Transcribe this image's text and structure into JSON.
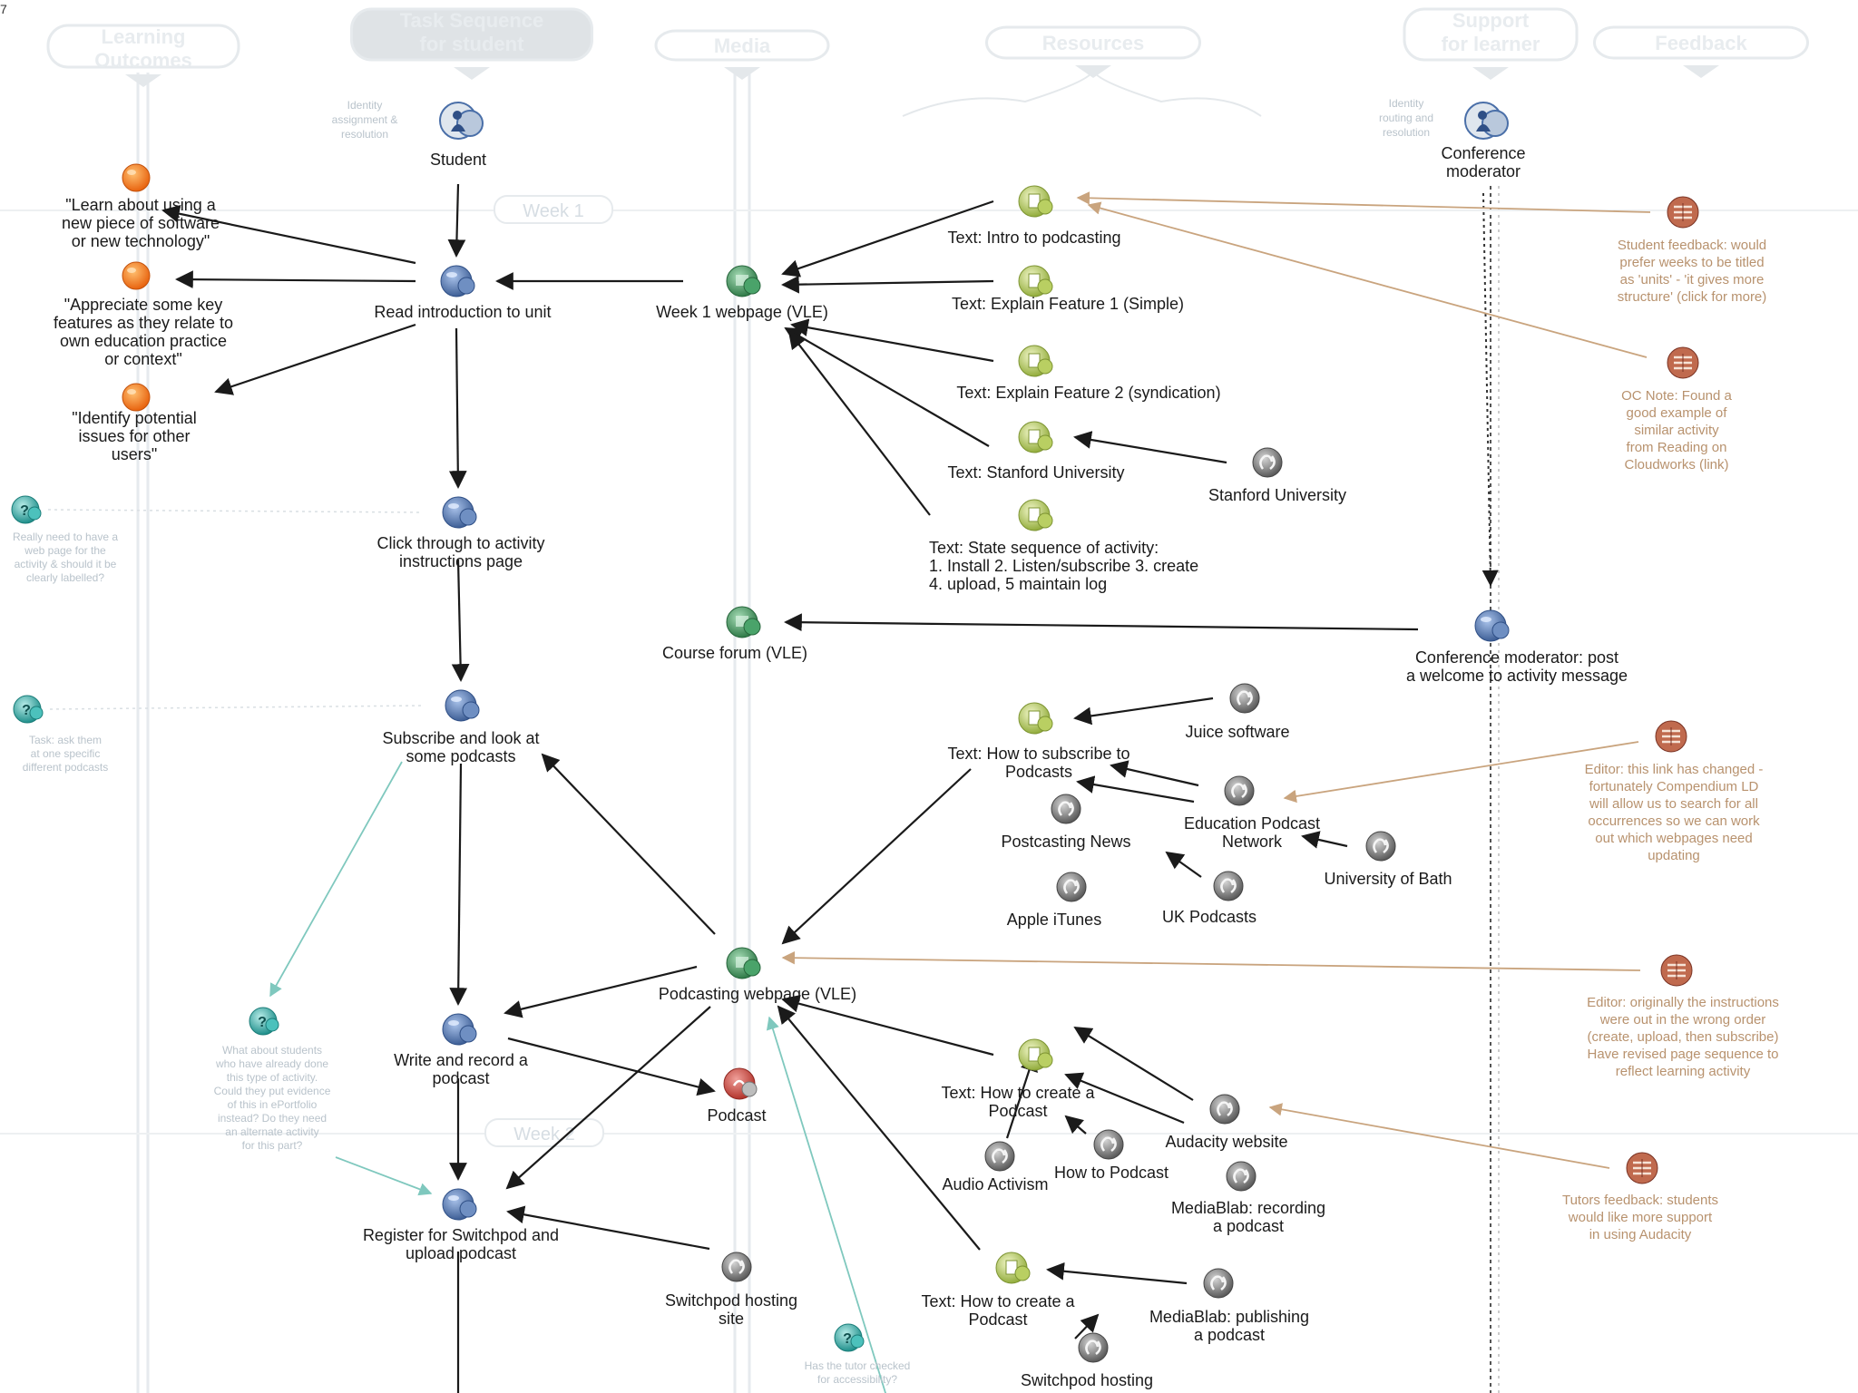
{
  "page_number": "7",
  "columns": [
    {
      "id": "c1",
      "label": [
        "Learning",
        "Outcomes"
      ]
    },
    {
      "id": "c2",
      "label": [
        "Task Sequence",
        "for student"
      ]
    },
    {
      "id": "c3",
      "label": [
        "Media"
      ]
    },
    {
      "id": "c4",
      "label": [
        "Resources"
      ]
    },
    {
      "id": "c5",
      "label": [
        "Support",
        "for learner"
      ]
    },
    {
      "id": "c6",
      "label": [
        "Feedback"
      ]
    }
  ],
  "weeks": [
    {
      "id": "w1",
      "label": "Week 1"
    },
    {
      "id": "w2",
      "label": "Week 2"
    }
  ],
  "role_notes": [
    {
      "id": "rn-student",
      "lines": [
        "Identity",
        "assignment &",
        "resolution"
      ]
    },
    {
      "id": "rn-moderator",
      "lines": [
        "Identity",
        "routing and",
        "resolution"
      ]
    }
  ],
  "nodes": [
    {
      "id": "student",
      "kind": "role",
      "lines": [
        "Student"
      ]
    },
    {
      "id": "moderator",
      "kind": "role",
      "lines": [
        "Conference",
        "moderator"
      ]
    },
    {
      "id": "lo1",
      "kind": "outcome",
      "lines": [
        "\"Learn about using a",
        "new piece of software",
        "or new technology\""
      ]
    },
    {
      "id": "lo2",
      "kind": "outcome",
      "lines": [
        "\"Appreciate some key",
        "features as they relate to",
        "own education practice",
        "or context\""
      ]
    },
    {
      "id": "lo3",
      "kind": "outcome",
      "lines": [
        "\"Identify potential",
        "issues for other",
        "users\""
      ]
    },
    {
      "id": "t1",
      "kind": "task",
      "lines": [
        "Read introduction to unit"
      ]
    },
    {
      "id": "t2",
      "kind": "task",
      "lines": [
        "Click through to activity",
        "instructions page"
      ]
    },
    {
      "id": "t3",
      "kind": "task",
      "lines": [
        "Subscribe and look at",
        "some podcasts"
      ]
    },
    {
      "id": "t4",
      "kind": "task",
      "lines": [
        "Write and record a",
        "podcast"
      ]
    },
    {
      "id": "t5",
      "kind": "task",
      "lines": [
        "Register for Switchpod and",
        "upload podcast"
      ]
    },
    {
      "id": "m1",
      "kind": "media",
      "lines": [
        "Week 1 webpage (VLE)"
      ]
    },
    {
      "id": "m2",
      "kind": "media",
      "lines": [
        "Course forum (VLE)"
      ]
    },
    {
      "id": "m3",
      "kind": "media",
      "lines": [
        "Podcasting webpage (VLE)"
      ]
    },
    {
      "id": "podcast",
      "kind": "podcast",
      "lines": [
        "Podcast"
      ]
    },
    {
      "id": "r1",
      "kind": "text",
      "lines": [
        "Text: Intro to podcasting"
      ]
    },
    {
      "id": "r2",
      "kind": "text",
      "lines": [
        "Text: Explain Feature 1 (Simple)"
      ]
    },
    {
      "id": "r3",
      "kind": "text",
      "lines": [
        "Text: Explain Feature 2 (syndication)"
      ]
    },
    {
      "id": "r4",
      "kind": "text",
      "lines": [
        "Text: Stanford University"
      ]
    },
    {
      "id": "r5",
      "kind": "text",
      "lines": [
        "Text: State sequence of activity:",
        "1. Install 2. Listen/subscribe 3. create",
        "4. upload, 5 maintain log"
      ]
    },
    {
      "id": "r6",
      "kind": "text",
      "lines": [
        "Text: How to subscribe to",
        "Podcasts"
      ]
    },
    {
      "id": "r7",
      "kind": "text",
      "lines": [
        "Text: How to create a",
        "Podcast"
      ]
    },
    {
      "id": "r8",
      "kind": "text",
      "lines": [
        "Text: How to create a",
        "Podcast"
      ]
    },
    {
      "id": "web-stanford",
      "kind": "web",
      "lines": [
        "Stanford University"
      ]
    },
    {
      "id": "web-juice",
      "kind": "web",
      "lines": [
        "Juice software"
      ]
    },
    {
      "id": "web-epn",
      "kind": "web",
      "lines": [
        "Education Podcast",
        "Network"
      ]
    },
    {
      "id": "web-pcnews",
      "kind": "web",
      "lines": [
        "Postcasting News"
      ]
    },
    {
      "id": "web-bath",
      "kind": "web",
      "lines": [
        "University of Bath"
      ]
    },
    {
      "id": "web-itunes",
      "kind": "web",
      "lines": [
        "Apple iTunes"
      ]
    },
    {
      "id": "web-ukpod",
      "kind": "web",
      "lines": [
        "UK Podcasts"
      ]
    },
    {
      "id": "web-audacity",
      "kind": "web",
      "lines": [
        "Audacity website"
      ]
    },
    {
      "id": "web-audioact",
      "kind": "web",
      "lines": [
        "Audio Activism"
      ]
    },
    {
      "id": "web-howto",
      "kind": "web",
      "lines": [
        "How to Podcast"
      ]
    },
    {
      "id": "web-mediablab1",
      "kind": "web",
      "lines": [
        "MediaBlab: recording",
        "a podcast"
      ]
    },
    {
      "id": "web-switchsite",
      "kind": "web",
      "lines": [
        "Switchpod hosting",
        "site"
      ]
    },
    {
      "id": "web-mediablab2",
      "kind": "web",
      "lines": [
        "MediaBlab: publishing",
        "a podcast"
      ]
    },
    {
      "id": "web-switch2",
      "kind": "web",
      "lines": [
        "Switchpod hosting"
      ]
    },
    {
      "id": "s1",
      "kind": "task",
      "lines": [
        "Conference moderator: post",
        "a welcome to activity message"
      ]
    },
    {
      "id": "f1",
      "kind": "feedback",
      "lines": [
        "Student feedback: would",
        "prefer weeks to be titled",
        "as 'units' - 'it gives more",
        "structure' (click for more)"
      ]
    },
    {
      "id": "f2",
      "kind": "feedback",
      "lines": [
        "OC Note: Found a",
        "good example of",
        "similar activity",
        "from Reading on",
        "Cloudworks (link)"
      ]
    },
    {
      "id": "f3",
      "kind": "feedback",
      "lines": [
        "Editor: this link has changed -",
        "fortunately Compendium LD",
        "will allow us to search for all",
        "occurrences so we can work",
        "out which webpages need",
        "updating"
      ]
    },
    {
      "id": "f4",
      "kind": "feedback",
      "lines": [
        "Editor: originally the instructions",
        "were out in the wrong order",
        "(create, upload, then subscribe)",
        "Have revised page sequence to",
        "reflect learning activity"
      ]
    },
    {
      "id": "f5",
      "kind": "feedback",
      "lines": [
        "Tutors feedback: students",
        "would like more support",
        "in using Audacity"
      ]
    },
    {
      "id": "q1",
      "kind": "question",
      "lines": [
        "Really need to have a",
        "web page for the",
        "activity & should it be",
        "clearly labelled?"
      ]
    },
    {
      "id": "q2",
      "kind": "question",
      "lines": [
        "Task: ask them",
        "at one specific",
        "different podcasts"
      ]
    },
    {
      "id": "q3",
      "kind": "question",
      "lines": [
        "What about students",
        "who have already done",
        "this type of activity.",
        "Could they put evidence",
        "of this in ePortfolio",
        "instead? Do they need",
        "an alternate activity",
        "for this part?"
      ]
    },
    {
      "id": "q4",
      "kind": "question",
      "lines": [
        "Has the tutor checked",
        "for accessibility?"
      ]
    }
  ],
  "icon_names": {
    "role": "person-icon",
    "outcome": "outcome-bulb-icon",
    "task": "task-icon",
    "media": "media-page-icon",
    "podcast": "podcast-icon",
    "text": "text-resource-icon",
    "web": "web-link-icon",
    "feedback": "feedback-note-icon",
    "question": "question-icon"
  },
  "colors": {
    "outcome": "#e8630f",
    "task": "#4a6fa8",
    "media": "#3f8f5a",
    "podcast": "#c9433a",
    "text": "#9db84a",
    "web": "#6b6b6b",
    "feedback": "#9b4d3d",
    "question": "#2ba7a3",
    "note_text": "#b8926e",
    "arrow": "#1a1a1a",
    "feedback_arrow": "#c9a47e",
    "question_arrow": "#7fc8be",
    "header_fill": "#eef1f3",
    "header_stroke": "#e6eaed"
  }
}
